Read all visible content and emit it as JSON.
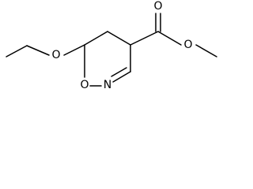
{
  "molecule": {
    "atoms": {
      "O_ether": "O",
      "O_ring": "O",
      "N_ring": "N",
      "O_carbonyl": "O",
      "O_ester": "O"
    },
    "colors": {
      "bond": "#000000",
      "label": "#000000",
      "background": "#ffffff"
    }
  }
}
